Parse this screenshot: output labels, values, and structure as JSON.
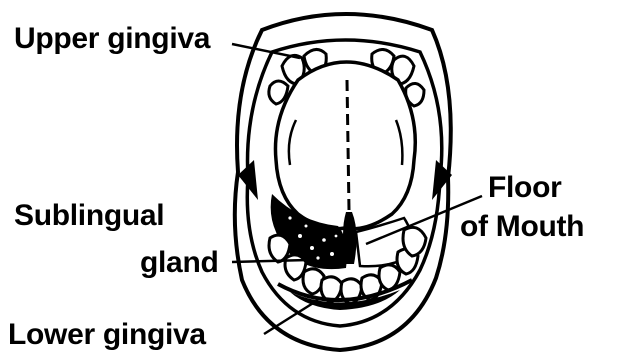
{
  "labels": {
    "upper_gingiva": "Upper gingiva",
    "floor_line1": "Floor",
    "floor_line2": "of Mouth",
    "sublingual": "Sublingual",
    "gland": "gland",
    "lower_gingiva": "Lower gingiva"
  },
  "colors": {
    "ink": "#000000",
    "paper": "#ffffff"
  }
}
